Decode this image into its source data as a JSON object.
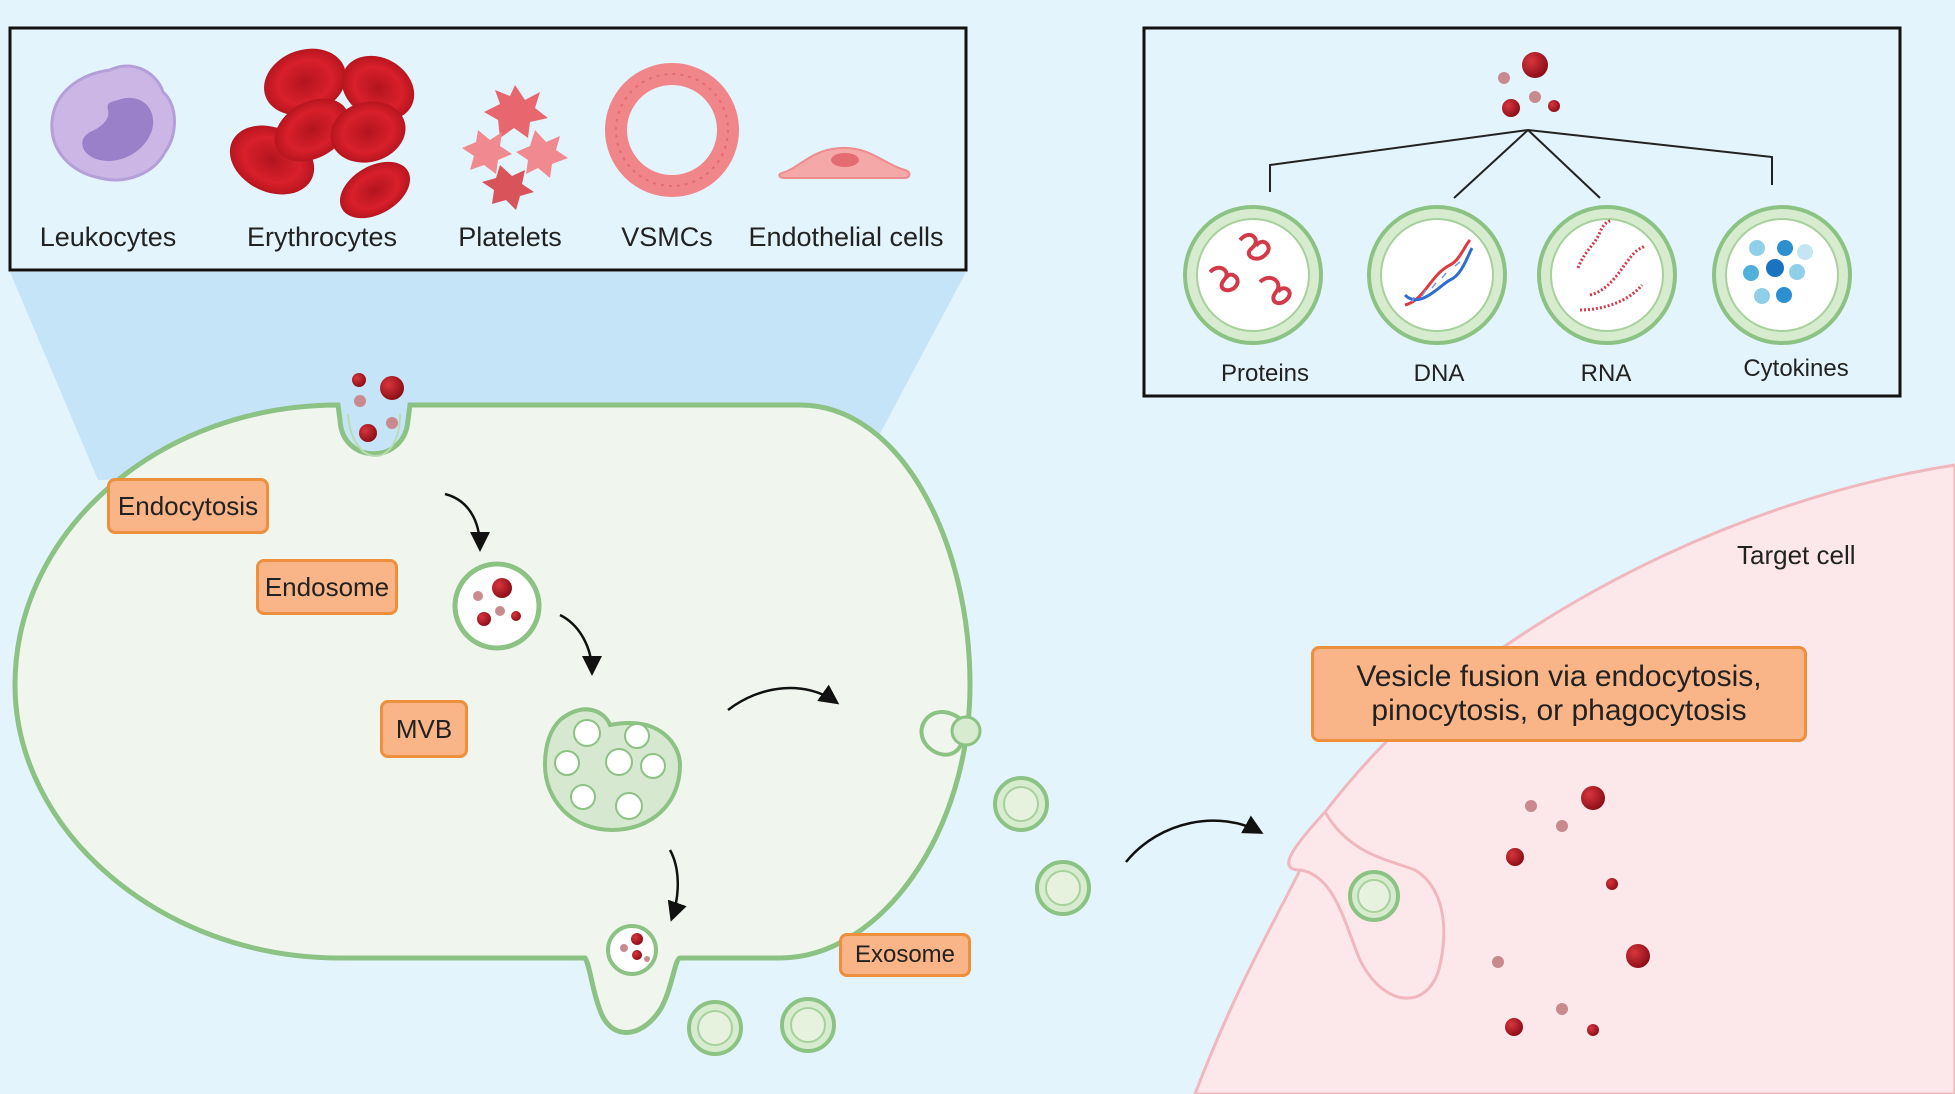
{
  "source_cells": {
    "labels": [
      "Leukocytes",
      "Erythrocytes",
      "Platelets",
      "VSMCs",
      "Endothelial cells"
    ]
  },
  "cargo": {
    "labels": [
      "Proteins",
      "DNA",
      "RNA",
      "Cytokines"
    ]
  },
  "steps": {
    "endocytosis": "Endocytosis",
    "endosome": "Endosome",
    "mvb": "MVB",
    "exosome": "Exosome"
  },
  "target": {
    "label": "Target cell",
    "fusion_line1": "Vesicle fusion via endocytosis,",
    "fusion_line2": "pinocytosis, or phagocytosis"
  },
  "colors": {
    "background": "#e4f4fc",
    "cell_fill": "#f0f6ee",
    "membrane": "#8cc283",
    "target_fill": "#fce8ea",
    "label_fill": "#f9b487",
    "label_border": "#ee8f3e",
    "cargo_dot": "#a8141e"
  }
}
